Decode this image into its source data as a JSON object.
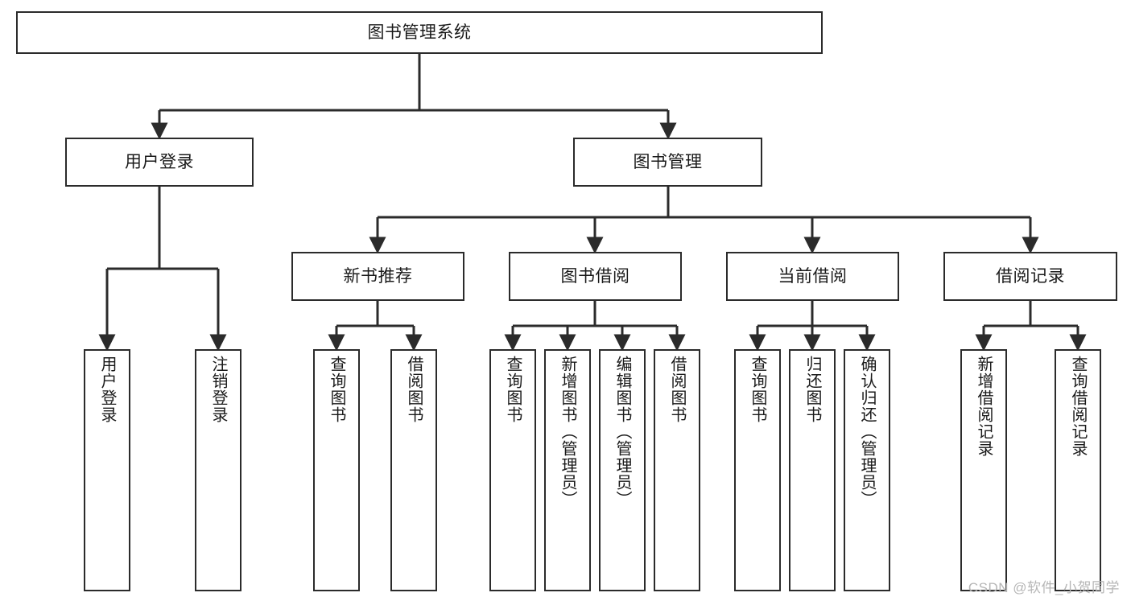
{
  "diagram": {
    "title": "图书管理系统",
    "type": "tree-hierarchy",
    "watermark": "CSDN @软件_小贺同学",
    "colors": {
      "background": "#ffffff",
      "box_border": "#2b2b2b",
      "box_fill": "#ffffff",
      "text": "#1a1a1a",
      "connector": "#2b2b2b",
      "watermark": "#b6b6b6"
    },
    "nodes": {
      "root": {
        "label": "图书管理系统"
      },
      "level2": [
        {
          "label": "用户登录"
        },
        {
          "label": "图书管理"
        }
      ],
      "level3": [
        {
          "label": "新书推荐"
        },
        {
          "label": "图书借阅"
        },
        {
          "label": "当前借阅"
        },
        {
          "label": "借阅记录"
        }
      ],
      "leaves_user_login": [
        {
          "label": "用户登录"
        },
        {
          "label": "注销登录"
        }
      ],
      "leaves_new_book": [
        {
          "label": "查询图书"
        },
        {
          "label": "借阅图书"
        }
      ],
      "leaves_borrow": [
        {
          "label": "查询图书"
        },
        {
          "label": "新增图书（管理员）"
        },
        {
          "label": "编辑图书（管理员）"
        },
        {
          "label": "借阅图书"
        }
      ],
      "leaves_current": [
        {
          "label": "查询图书"
        },
        {
          "label": "归还图书"
        },
        {
          "label": "确认归还（管理员）"
        }
      ],
      "leaves_records": [
        {
          "label": "新增借阅记录"
        },
        {
          "label": "查询借阅记录"
        }
      ]
    }
  }
}
